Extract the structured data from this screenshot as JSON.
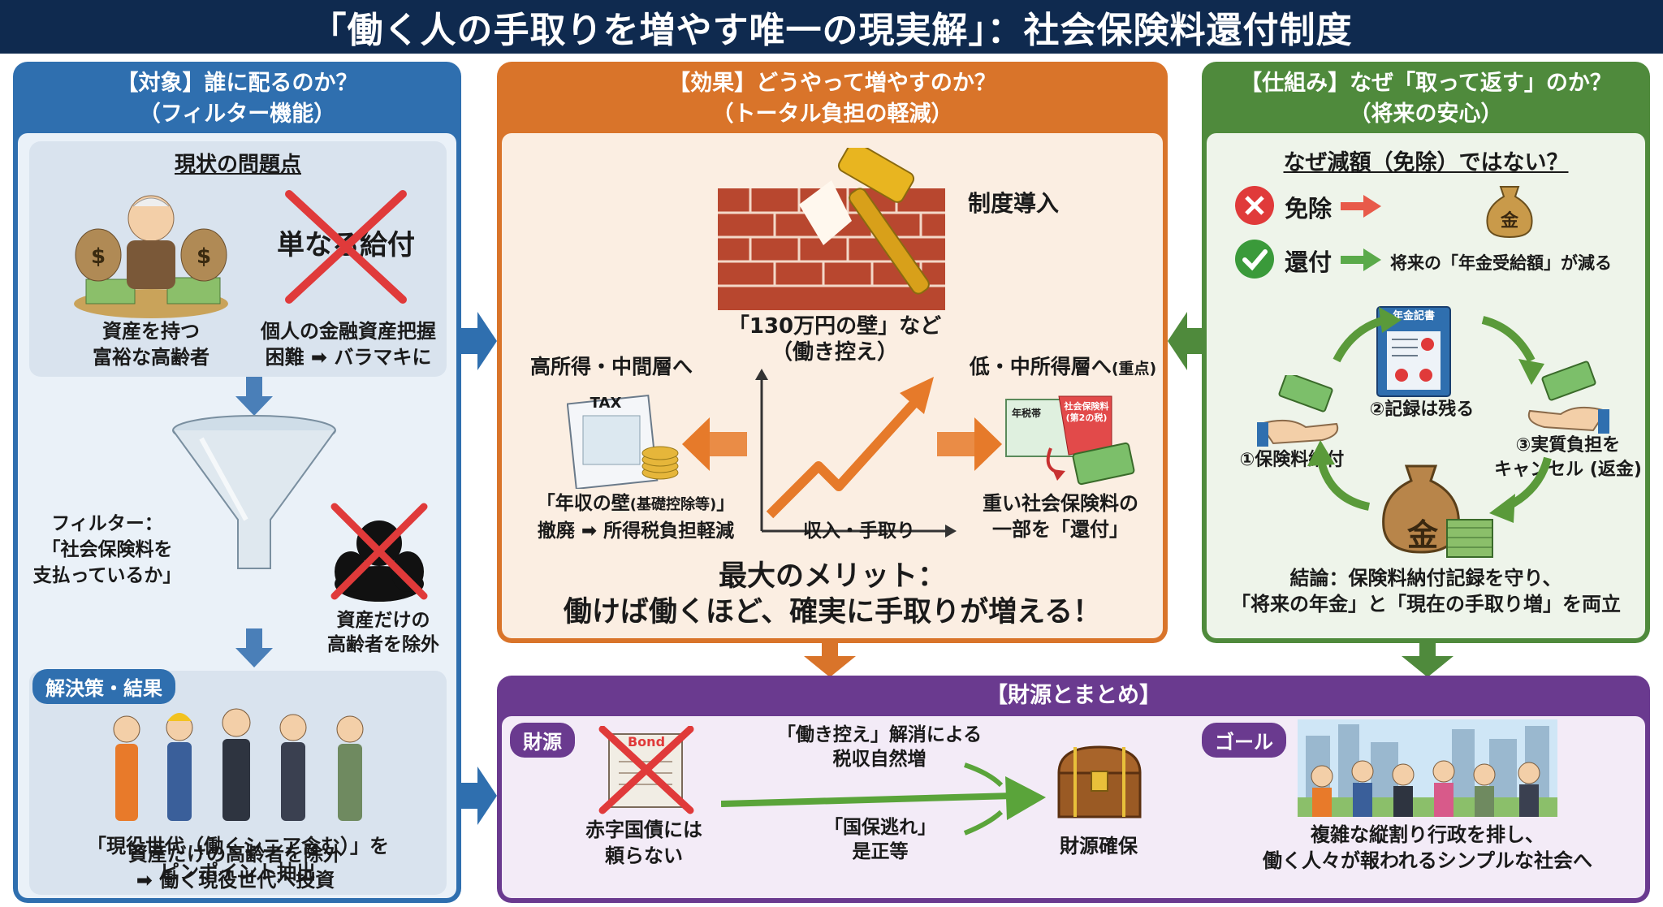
{
  "title": "「働く人の手取りを増やす唯一の現実解」：社会保険料還付制度",
  "left": {
    "head1": "【対象】誰に配るのか？",
    "head2": "（フィルター機能）",
    "problem_title": "現状の問題点",
    "rich_caption1": "資産を持つ",
    "rich_caption2": "富裕な高齢者",
    "simple_benefit": "単なる給付",
    "problem_caption1": "個人の金融資産把握",
    "problem_caption2": "困難 ➡ バラマキに",
    "filter1": "フィルター：",
    "filter2": "「社会保険料を",
    "filter3": "支払っているか」",
    "exclude1": "資産だけの",
    "exclude2": "高齢者を除外",
    "solution_tag": "解決策・結果",
    "workers1": "「現役世代（働くシニア含む）」を",
    "workers2": "ピンポイント抽出",
    "conclusion1": "資産だけの高齢者を除外",
    "conclusion2": "➡ 働く現役世代へ投資"
  },
  "mid": {
    "head1": "【効果】どうやって増やすのか？",
    "head2": "（トータル負担の軽減）",
    "intro": "制度導入",
    "wall1": "「130万円の壁」など",
    "wall2": "（働き控え）",
    "high_income": "高所得・中間層へ",
    "low_income": "低・中所得層へ",
    "low_income_note": "(重点)",
    "tax_label": "TAX",
    "axis_label": "収入・手取り",
    "tax_wall1": "「年収の壁",
    "tax_wall_small": "(基礎控除等)",
    "tax_wall1_end": "」",
    "tax_wall2": "撤廃 ➡ 所得税負担軽減",
    "refund1": "重い社会保険料の",
    "refund2": "一部を「還付」",
    "doc_title": "年税帯",
    "doc_stamp": "社会保険料 (第2の税)",
    "merit1": "最大のメリット：",
    "merit2": "働けば働くほど、確実に手取りが増える！"
  },
  "right": {
    "head1": "【仕組み】なぜ「取って返す」のか？",
    "head2": "（将来の安心）",
    "question": "なぜ減額（免除）ではない？",
    "exempt": "免除",
    "refund": "還付",
    "refund_effect": "将来の「年金受給額」が減る",
    "kin": "金",
    "pension_book": "年金記書",
    "step1": "①保険料納付",
    "step2": "②記録は残る",
    "step3a": "③実質負担を",
    "step3b": "キャンセル (返金)",
    "conclusion1": "結論：保険料納付記録を守り、",
    "conclusion2": "「将来の年金」と「現在の手取り増」を両立"
  },
  "bottom": {
    "head": "【財源とまとめ】",
    "source_tag": "財源",
    "bond": "Bond",
    "deficit1": "赤字国債には",
    "deficit2": "頼らない",
    "revenue1": "「働き控え」解消による",
    "revenue2": "税収自然増",
    "evasion1": "「国保逃れ」",
    "evasion2": "是正等",
    "secure": "財源確保",
    "goal_tag": "ゴール",
    "goal1": "複雑な縦割り行政を排し、",
    "goal2": "働く人々が報われるシンプルな社会へ"
  },
  "colors": {
    "navy": "#0f2a4f",
    "blue": "#2f6faf",
    "orange": "#d9742a",
    "green": "#4f8a3c",
    "purple": "#6a3a8f",
    "red": "#e03a3a"
  }
}
